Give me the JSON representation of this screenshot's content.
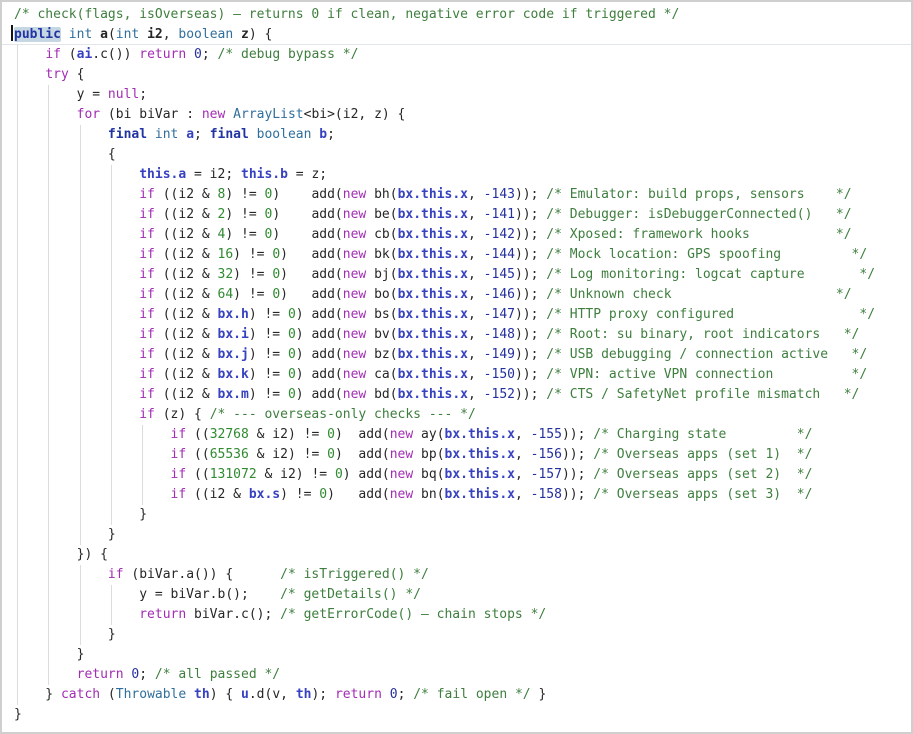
{
  "editor": {
    "colors": {
      "comment": "#3e7e3e",
      "keyword": "#a22cb4",
      "modifier": "#2233a2",
      "type": "#306f9c",
      "field": "#3742c0",
      "number": "#2f8a30",
      "number_dark": "#24309e",
      "plain": "#262626",
      "selection": "#c5d7e3",
      "guide": "#dcdcdc"
    },
    "cursor_line_index": 1,
    "lines": [
      [
        [
          "c",
          "/* check(flags, isOverseas) — returns 0 if clean, negative error code if triggered */"
        ]
      ],
      [
        [
          "caret",
          ""
        ],
        [
          "m sel",
          "public"
        ],
        [
          "p",
          " "
        ],
        [
          "t",
          "int"
        ],
        [
          "p",
          " "
        ],
        [
          "b",
          "a"
        ],
        [
          "p",
          "("
        ],
        [
          "t",
          "int"
        ],
        [
          "p",
          " "
        ],
        [
          "b",
          "i2"
        ],
        [
          "p",
          ", "
        ],
        [
          "t",
          "boolean"
        ],
        [
          "p",
          " "
        ],
        [
          "b",
          "z"
        ],
        [
          "p",
          ") {"
        ]
      ],
      [
        [
          "p",
          "    "
        ],
        [
          "k",
          "if"
        ],
        [
          "p",
          " ("
        ],
        [
          "f",
          "ai"
        ],
        [
          "p",
          ".c()) "
        ],
        [
          "k",
          "return"
        ],
        [
          "p",
          " "
        ],
        [
          "d",
          "0"
        ],
        [
          "p",
          "; "
        ],
        [
          "c",
          "/* debug bypass */"
        ]
      ],
      [
        [
          "p",
          "    "
        ],
        [
          "k",
          "try"
        ],
        [
          "p",
          " {"
        ]
      ],
      [
        [
          "p",
          "        y = "
        ],
        [
          "k",
          "null"
        ],
        [
          "p",
          ";"
        ]
      ],
      [
        [
          "p",
          "        "
        ],
        [
          "k",
          "for"
        ],
        [
          "p",
          " (bi biVar : "
        ],
        [
          "k",
          "new"
        ],
        [
          "p",
          " "
        ],
        [
          "t",
          "ArrayList"
        ],
        [
          "p",
          "<bi>(i2, z) {"
        ]
      ],
      [
        [
          "p",
          "            "
        ],
        [
          "m",
          "final"
        ],
        [
          "p",
          " "
        ],
        [
          "t",
          "int"
        ],
        [
          "p",
          " "
        ],
        [
          "f",
          "a"
        ],
        [
          "p",
          "; "
        ],
        [
          "m",
          "final"
        ],
        [
          "p",
          " "
        ],
        [
          "t",
          "boolean"
        ],
        [
          "p",
          " "
        ],
        [
          "f",
          "b"
        ],
        [
          "p",
          ";"
        ]
      ],
      [
        [
          "p",
          "            {"
        ]
      ],
      [
        [
          "p",
          "                "
        ],
        [
          "f",
          "this.a"
        ],
        [
          "p",
          " = i2; "
        ],
        [
          "f",
          "this.b"
        ],
        [
          "p",
          " = z;"
        ]
      ],
      [
        [
          "p",
          "                "
        ],
        [
          "k",
          "if"
        ],
        [
          "p",
          " ((i2 & "
        ],
        [
          "n",
          "8"
        ],
        [
          "p",
          ") != "
        ],
        [
          "n",
          "0"
        ],
        [
          "p",
          ")    add("
        ],
        [
          "k",
          "new"
        ],
        [
          "p",
          " bh("
        ],
        [
          "f",
          "bx.this.x"
        ],
        [
          "p",
          ", "
        ],
        [
          "d",
          "-143"
        ],
        [
          "p",
          ")); "
        ],
        [
          "c",
          "/* Emulator: build props, sensors    */"
        ]
      ],
      [
        [
          "p",
          "                "
        ],
        [
          "k",
          "if"
        ],
        [
          "p",
          " ((i2 & "
        ],
        [
          "n",
          "2"
        ],
        [
          "p",
          ") != "
        ],
        [
          "n",
          "0"
        ],
        [
          "p",
          ")    add("
        ],
        [
          "k",
          "new"
        ],
        [
          "p",
          " be("
        ],
        [
          "f",
          "bx.this.x"
        ],
        [
          "p",
          ", "
        ],
        [
          "d",
          "-141"
        ],
        [
          "p",
          ")); "
        ],
        [
          "c",
          "/* Debugger: isDebuggerConnected()   */"
        ]
      ],
      [
        [
          "p",
          "                "
        ],
        [
          "k",
          "if"
        ],
        [
          "p",
          " ((i2 & "
        ],
        [
          "n",
          "4"
        ],
        [
          "p",
          ") != "
        ],
        [
          "n",
          "0"
        ],
        [
          "p",
          ")    add("
        ],
        [
          "k",
          "new"
        ],
        [
          "p",
          " cb("
        ],
        [
          "f",
          "bx.this.x"
        ],
        [
          "p",
          ", "
        ],
        [
          "d",
          "-142"
        ],
        [
          "p",
          ")); "
        ],
        [
          "c",
          "/* Xposed: framework hooks           */"
        ]
      ],
      [
        [
          "p",
          "                "
        ],
        [
          "k",
          "if"
        ],
        [
          "p",
          " ((i2 & "
        ],
        [
          "n",
          "16"
        ],
        [
          "p",
          ") != "
        ],
        [
          "n",
          "0"
        ],
        [
          "p",
          ")   add("
        ],
        [
          "k",
          "new"
        ],
        [
          "p",
          " bk("
        ],
        [
          "f",
          "bx.this.x"
        ],
        [
          "p",
          ", "
        ],
        [
          "d",
          "-144"
        ],
        [
          "p",
          ")); "
        ],
        [
          "c",
          "/* Mock location: GPS spoofing         */"
        ]
      ],
      [
        [
          "p",
          "                "
        ],
        [
          "k",
          "if"
        ],
        [
          "p",
          " ((i2 & "
        ],
        [
          "n",
          "32"
        ],
        [
          "p",
          ") != "
        ],
        [
          "n",
          "0"
        ],
        [
          "p",
          ")   add("
        ],
        [
          "k",
          "new"
        ],
        [
          "p",
          " bj("
        ],
        [
          "f",
          "bx.this.x"
        ],
        [
          "p",
          ", "
        ],
        [
          "d",
          "-145"
        ],
        [
          "p",
          ")); "
        ],
        [
          "c",
          "/* Log monitoring: logcat capture       */"
        ]
      ],
      [
        [
          "p",
          "                "
        ],
        [
          "k",
          "if"
        ],
        [
          "p",
          " ((i2 & "
        ],
        [
          "n",
          "64"
        ],
        [
          "p",
          ") != "
        ],
        [
          "n",
          "0"
        ],
        [
          "p",
          ")   add("
        ],
        [
          "k",
          "new"
        ],
        [
          "p",
          " bo("
        ],
        [
          "f",
          "bx.this.x"
        ],
        [
          "p",
          ", "
        ],
        [
          "d",
          "-146"
        ],
        [
          "p",
          ")); "
        ],
        [
          "c",
          "/* Unknown check                     */"
        ]
      ],
      [
        [
          "p",
          "                "
        ],
        [
          "k",
          "if"
        ],
        [
          "p",
          " ((i2 & "
        ],
        [
          "f",
          "bx.h"
        ],
        [
          "p",
          ") != "
        ],
        [
          "n",
          "0"
        ],
        [
          "p",
          ") add("
        ],
        [
          "k",
          "new"
        ],
        [
          "p",
          " bs("
        ],
        [
          "f",
          "bx.this.x"
        ],
        [
          "p",
          ", "
        ],
        [
          "d",
          "-147"
        ],
        [
          "p",
          ")); "
        ],
        [
          "c",
          "/* HTTP proxy configured                */"
        ]
      ],
      [
        [
          "p",
          "                "
        ],
        [
          "k",
          "if"
        ],
        [
          "p",
          " ((i2 & "
        ],
        [
          "f",
          "bx.i"
        ],
        [
          "p",
          ") != "
        ],
        [
          "n",
          "0"
        ],
        [
          "p",
          ") add("
        ],
        [
          "k",
          "new"
        ],
        [
          "p",
          " bv("
        ],
        [
          "f",
          "bx.this.x"
        ],
        [
          "p",
          ", "
        ],
        [
          "d",
          "-148"
        ],
        [
          "p",
          ")); "
        ],
        [
          "c",
          "/* Root: su binary, root indicators   */"
        ]
      ],
      [
        [
          "p",
          "                "
        ],
        [
          "k",
          "if"
        ],
        [
          "p",
          " ((i2 & "
        ],
        [
          "f",
          "bx.j"
        ],
        [
          "p",
          ") != "
        ],
        [
          "n",
          "0"
        ],
        [
          "p",
          ") add("
        ],
        [
          "k",
          "new"
        ],
        [
          "p",
          " bz("
        ],
        [
          "f",
          "bx.this.x"
        ],
        [
          "p",
          ", "
        ],
        [
          "d",
          "-149"
        ],
        [
          "p",
          ")); "
        ],
        [
          "c",
          "/* USB debugging / connection active   */"
        ]
      ],
      [
        [
          "p",
          "                "
        ],
        [
          "k",
          "if"
        ],
        [
          "p",
          " ((i2 & "
        ],
        [
          "f",
          "bx.k"
        ],
        [
          "p",
          ") != "
        ],
        [
          "n",
          "0"
        ],
        [
          "p",
          ") add("
        ],
        [
          "k",
          "new"
        ],
        [
          "p",
          " ca("
        ],
        [
          "f",
          "bx.this.x"
        ],
        [
          "p",
          ", "
        ],
        [
          "d",
          "-150"
        ],
        [
          "p",
          ")); "
        ],
        [
          "c",
          "/* VPN: active VPN connection          */"
        ]
      ],
      [
        [
          "p",
          "                "
        ],
        [
          "k",
          "if"
        ],
        [
          "p",
          " ((i2 & "
        ],
        [
          "f",
          "bx.m"
        ],
        [
          "p",
          ") != "
        ],
        [
          "n",
          "0"
        ],
        [
          "p",
          ") add("
        ],
        [
          "k",
          "new"
        ],
        [
          "p",
          " bd("
        ],
        [
          "f",
          "bx.this.x"
        ],
        [
          "p",
          ", "
        ],
        [
          "d",
          "-152"
        ],
        [
          "p",
          ")); "
        ],
        [
          "c",
          "/* CTS / SafetyNet profile mismatch   */"
        ]
      ],
      [
        [
          "p",
          "                "
        ],
        [
          "k",
          "if"
        ],
        [
          "p",
          " (z) { "
        ],
        [
          "c",
          "/* --- overseas-only checks --- */"
        ]
      ],
      [
        [
          "p",
          "                    "
        ],
        [
          "k",
          "if"
        ],
        [
          "p",
          " (("
        ],
        [
          "n",
          "32768"
        ],
        [
          "p",
          " & i2) != "
        ],
        [
          "n",
          "0"
        ],
        [
          "p",
          ")  add("
        ],
        [
          "k",
          "new"
        ],
        [
          "p",
          " ay("
        ],
        [
          "f",
          "bx.this.x"
        ],
        [
          "p",
          ", "
        ],
        [
          "d",
          "-155"
        ],
        [
          "p",
          ")); "
        ],
        [
          "c",
          "/* Charging state         */"
        ]
      ],
      [
        [
          "p",
          "                    "
        ],
        [
          "k",
          "if"
        ],
        [
          "p",
          " (("
        ],
        [
          "n",
          "65536"
        ],
        [
          "p",
          " & i2) != "
        ],
        [
          "n",
          "0"
        ],
        [
          "p",
          ")  add("
        ],
        [
          "k",
          "new"
        ],
        [
          "p",
          " bp("
        ],
        [
          "f",
          "bx.this.x"
        ],
        [
          "p",
          ", "
        ],
        [
          "d",
          "-156"
        ],
        [
          "p",
          ")); "
        ],
        [
          "c",
          "/* Overseas apps (set 1)  */"
        ]
      ],
      [
        [
          "p",
          "                    "
        ],
        [
          "k",
          "if"
        ],
        [
          "p",
          " (("
        ],
        [
          "n",
          "131072"
        ],
        [
          "p",
          " & i2) != "
        ],
        [
          "n",
          "0"
        ],
        [
          "p",
          ") add("
        ],
        [
          "k",
          "new"
        ],
        [
          "p",
          " bq("
        ],
        [
          "f",
          "bx.this.x"
        ],
        [
          "p",
          ", "
        ],
        [
          "d",
          "-157"
        ],
        [
          "p",
          ")); "
        ],
        [
          "c",
          "/* Overseas apps (set 2)  */"
        ]
      ],
      [
        [
          "p",
          "                    "
        ],
        [
          "k",
          "if"
        ],
        [
          "p",
          " ((i2 & "
        ],
        [
          "f",
          "bx.s"
        ],
        [
          "p",
          ") != "
        ],
        [
          "n",
          "0"
        ],
        [
          "p",
          ")   add("
        ],
        [
          "k",
          "new"
        ],
        [
          "p",
          " bn("
        ],
        [
          "f",
          "bx.this.x"
        ],
        [
          "p",
          ", "
        ],
        [
          "d",
          "-158"
        ],
        [
          "p",
          ")); "
        ],
        [
          "c",
          "/* Overseas apps (set 3)  */"
        ]
      ],
      [
        [
          "p",
          "                }"
        ]
      ],
      [
        [
          "p",
          "            }"
        ]
      ],
      [
        [
          "p",
          "        }) {"
        ]
      ],
      [
        [
          "p",
          "            "
        ],
        [
          "k",
          "if"
        ],
        [
          "p",
          " (biVar.a()) {      "
        ],
        [
          "c",
          "/* isTriggered() */"
        ]
      ],
      [
        [
          "p",
          "                y = biVar.b();    "
        ],
        [
          "c",
          "/* getDetails() */"
        ]
      ],
      [
        [
          "p",
          "                "
        ],
        [
          "k",
          "return"
        ],
        [
          "p",
          " biVar.c(); "
        ],
        [
          "c",
          "/* getErrorCode() — chain stops */"
        ]
      ],
      [
        [
          "p",
          "            }"
        ]
      ],
      [
        [
          "p",
          "        }"
        ]
      ],
      [
        [
          "p",
          "        "
        ],
        [
          "k",
          "return"
        ],
        [
          "p",
          " "
        ],
        [
          "d",
          "0"
        ],
        [
          "p",
          "; "
        ],
        [
          "c",
          "/* all passed */"
        ]
      ],
      [
        [
          "p",
          "    } "
        ],
        [
          "k",
          "catch"
        ],
        [
          "p",
          " ("
        ],
        [
          "t",
          "Throwable"
        ],
        [
          "p",
          " "
        ],
        [
          "f",
          "th"
        ],
        [
          "p",
          ") { "
        ],
        [
          "f",
          "u"
        ],
        [
          "p",
          ".d(v, "
        ],
        [
          "f",
          "th"
        ],
        [
          "p",
          "); "
        ],
        [
          "k",
          "return"
        ],
        [
          "p",
          " "
        ],
        [
          "d",
          "0"
        ],
        [
          "p",
          "; "
        ],
        [
          "c",
          "/* fail open */"
        ],
        [
          "p",
          " }"
        ]
      ],
      [
        [
          "p",
          "}"
        ]
      ]
    ]
  }
}
